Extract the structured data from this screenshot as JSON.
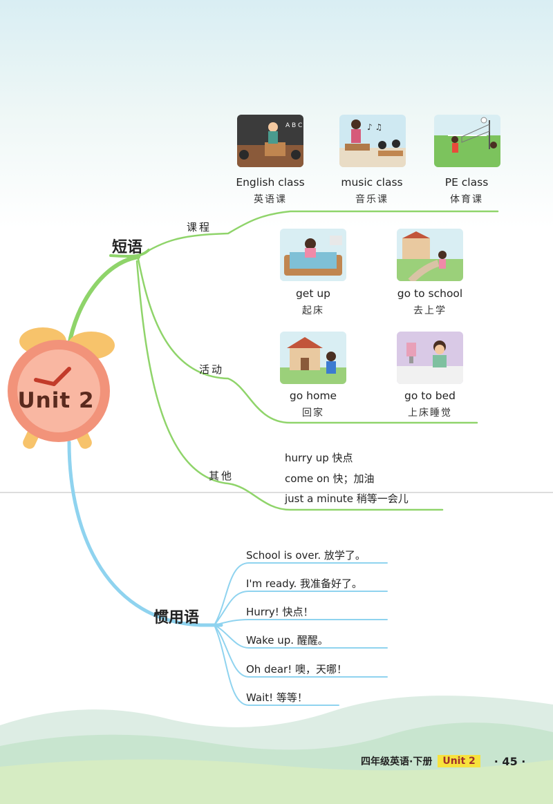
{
  "unit_title": "Unit 2",
  "branches": {
    "phrases": "短语",
    "expressions": "惯用语"
  },
  "sub_branches": {
    "classes": "课程",
    "activities": "活动",
    "others": "其他"
  },
  "class_cards": [
    {
      "en": "English class",
      "zh": "英语课",
      "icon": "classroom-illustration"
    },
    {
      "en": "music class",
      "zh": "音乐课",
      "icon": "music-lesson-illustration"
    },
    {
      "en": "PE class",
      "zh": "体育课",
      "icon": "sports-field-illustration"
    }
  ],
  "activity_cards": [
    {
      "en": "get up",
      "zh": "起床",
      "icon": "waking-up-illustration"
    },
    {
      "en": "go to school",
      "zh": "去上学",
      "icon": "school-building-illustration"
    },
    {
      "en": "go home",
      "zh": "回家",
      "icon": "house-illustration"
    },
    {
      "en": "go to bed",
      "zh": "上床睡觉",
      "icon": "bed-illustration"
    }
  ],
  "other_phrases": [
    "hurry up 快点",
    "come on 快；加油",
    "just a minute 稍等一会儿"
  ],
  "expressions": [
    "School is over. 放学了。",
    "I'm ready. 我准备好了。",
    "Hurry! 快点！",
    "Wake up. 醒醒。",
    "Oh dear! 噢，天哪！",
    "Wait! 等等！"
  ],
  "footer": {
    "book": "四年级英语·下册",
    "unit": "Unit 2",
    "page": "· 45 ·"
  },
  "colors": {
    "phrase_branch": "#8fd46a",
    "expression_branch": "#8fd3ef",
    "clock_face": "#f2937a",
    "clock_bells": "#f7c36b"
  }
}
